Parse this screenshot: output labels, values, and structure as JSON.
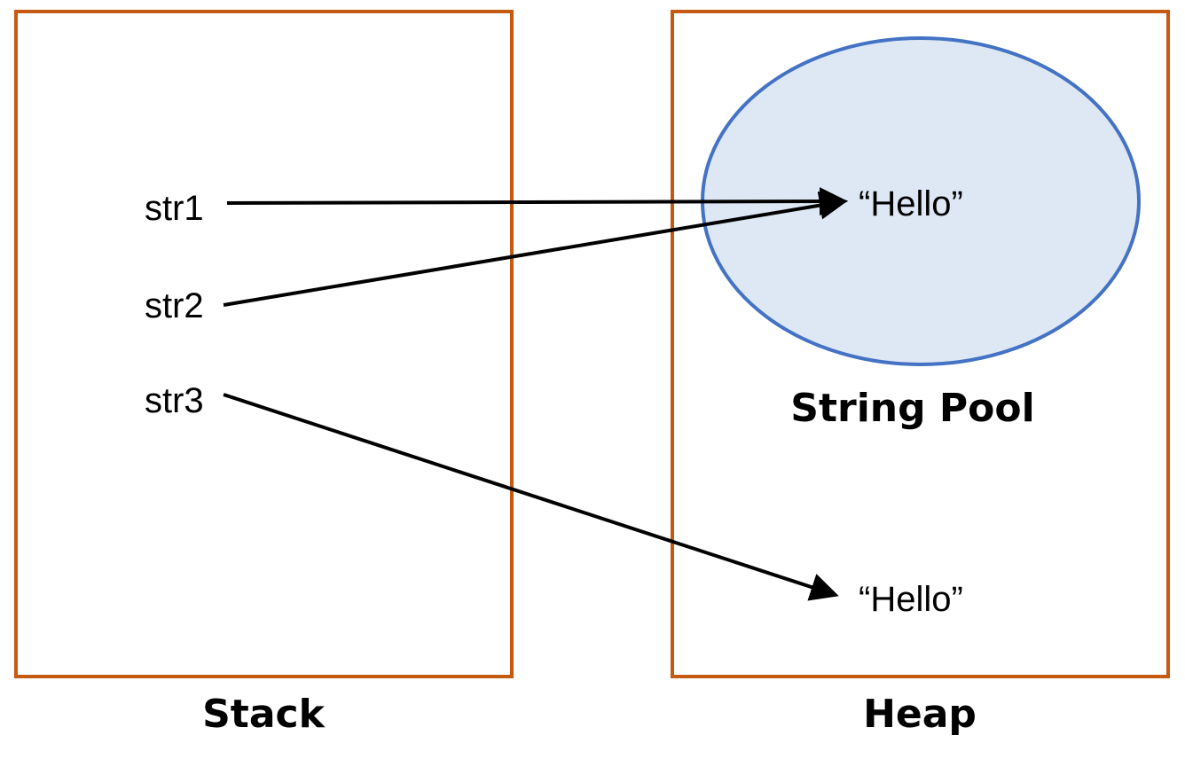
{
  "stack": {
    "label": "Stack",
    "variables": [
      "str1",
      "str2",
      "str3"
    ]
  },
  "heap": {
    "label": "Heap",
    "string_pool": {
      "label": "String Pool",
      "value": "“Hello”"
    },
    "object_value": "“Hello”"
  },
  "colors": {
    "region_border": "#C55A11",
    "pool_fill": "#DEE8F5",
    "pool_border": "#4472C4",
    "arrow": "#000000"
  }
}
